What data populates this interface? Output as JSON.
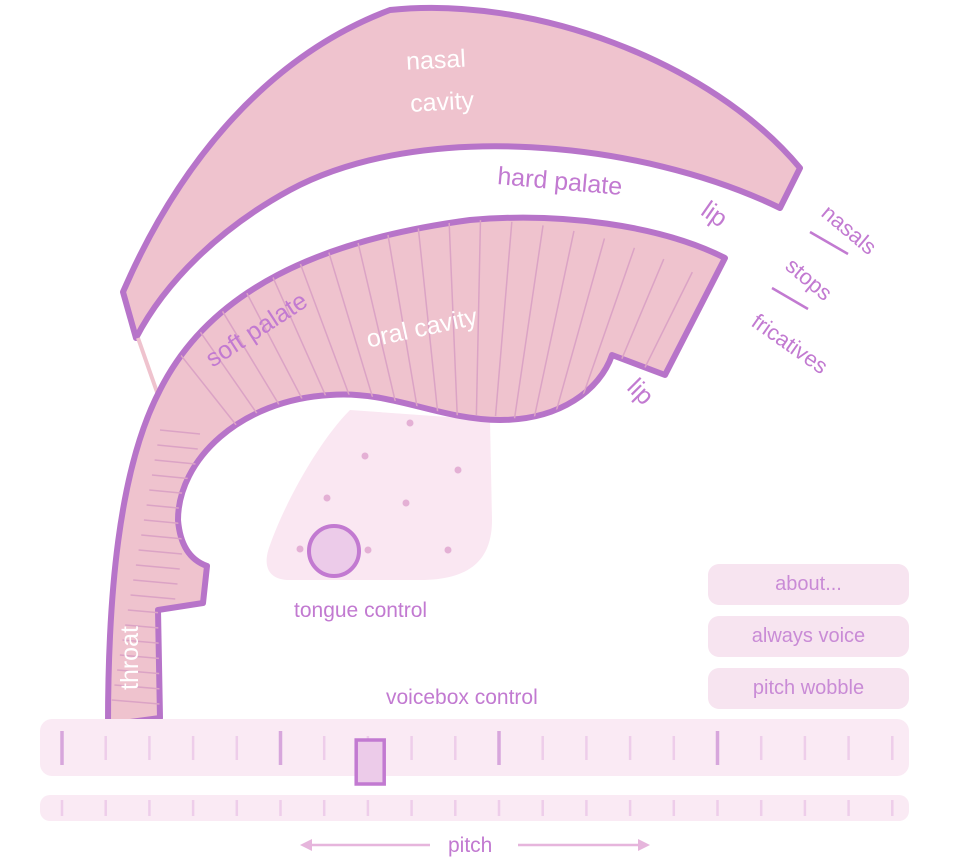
{
  "tract": {
    "nasal_cavity": [
      "nasal",
      "cavity"
    ],
    "hard_palate": "hard palate",
    "soft_palate": "soft palate",
    "oral_cavity": "oral cavity",
    "upper_lip": "lip",
    "lower_lip": "lip",
    "throat": "throat"
  },
  "manner": {
    "nasals": "nasals",
    "stops": "stops",
    "fricatives": "fricatives"
  },
  "tongue": {
    "label": "tongue control"
  },
  "voicebox": {
    "label": "voicebox control",
    "pitch_label": "pitch",
    "pitch_position": 0.38
  },
  "buttons": {
    "about": "about...",
    "always_voice": "always voice",
    "pitch_wobble": "pitch wobble"
  },
  "colors": {
    "tract_fill": "#efc3ce",
    "outline": "#b774c9",
    "label": "#c27ad1",
    "panel": "#f7e4f0"
  }
}
